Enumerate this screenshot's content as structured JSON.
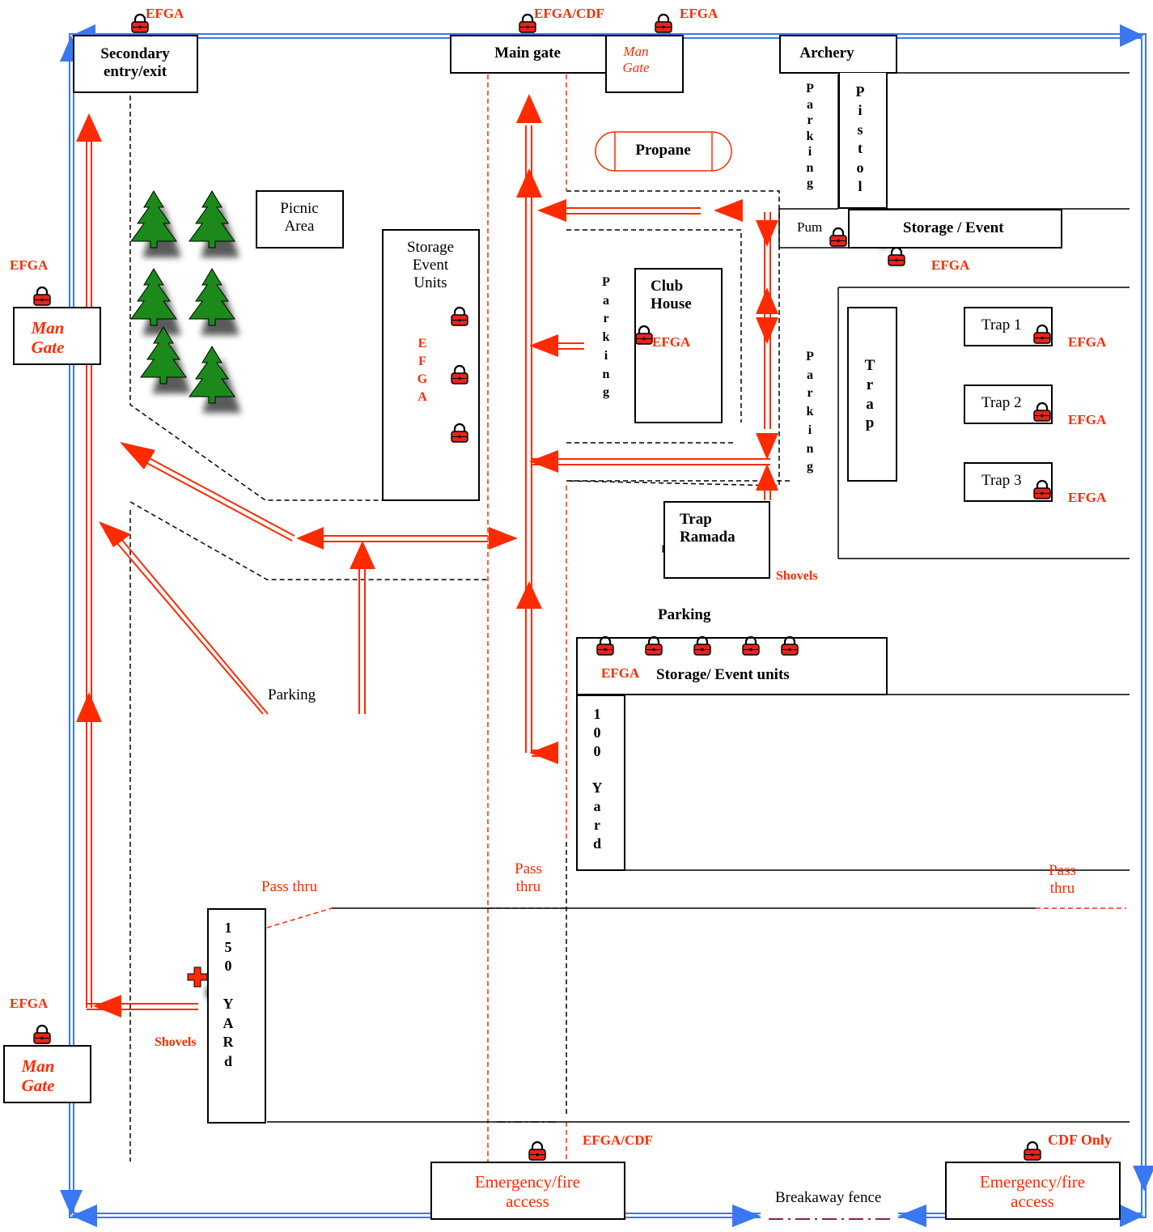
{
  "colors": {
    "route": "#ff2a00",
    "fence": "#3a78f2",
    "ink": "#000000",
    "tree": "#1b8a1b",
    "fence_breakaway": "#8b2252"
  },
  "icons": [
    "lock-icon",
    "first-aid-cross-icon",
    "pine-tree-icon",
    "arrow-icon"
  ],
  "labels": {
    "secondary_entry": "Secondary\nentry/exit",
    "main_gate": "Main gate",
    "man_gate_top": "Man\nGate",
    "archery": "Archery",
    "parking_vert_top": "P\na\nr\nk\ni\nn\ng",
    "pistol": "P\ni\ns\nt\no\nl",
    "propane": "Propane",
    "picnic_area": "Picnic\nArea",
    "storage_event_units": "Storage\nEvent\nUnits",
    "efga_vertical": "E\nF\nG\nA",
    "parking_vert_left": "P\na\nr\nk\ni\nn\ng",
    "club_house": "Club\nHouse",
    "efga_clubhouse": "EFGA",
    "parking_vert_right": "P\na\nr\nk\ni\nn\ng",
    "pum": "Pum",
    "storage_event": "Storage / Event",
    "efga_storage_event": "EFGA",
    "trap_vertical": "T\nr\na\np",
    "trap_1": "Trap 1",
    "trap_2": "Trap 2",
    "trap_3": "Trap 3",
    "efga_trap_1": "EFGA",
    "efga_trap_2": "EFGA",
    "efga_trap_3": "EFGA",
    "trap_ramada": "Trap\nRamada",
    "shovels_ramada": "Shovels",
    "parking_center": "Parking",
    "efga_storage_units": "EFGA",
    "storage_event_units_row": "Storage/ Event units",
    "yard_100": "1\n0\n0\n\nY\na\nr\nd",
    "parking_left": "Parking",
    "pass_thru_left": "Pass thru",
    "pass_thru_center": "Pass\nthru",
    "pass_thru_right": "Pass\nthru",
    "yard_150": "1\n5\n0\n\nY\nA\nR\nd",
    "shovels_150": "Shovels",
    "efga_top_left": "EFGA",
    "efga_cdf_top": "EFGA/CDF",
    "efga_top_right": "EFGA",
    "efga_left_mid": "EFGA",
    "man_gate_left_mid": "Man\nGate",
    "efga_left_low": "EFGA",
    "man_gate_left_low": "Man\nGate",
    "efga_cdf_bottom": "EFGA/CDF",
    "cdf_only": "CDF Only",
    "emergency_access_left": "Emergency/fire\naccess",
    "emergency_access_right": "Emergency/fire\naccess",
    "breakaway_fence": "Breakaway fence"
  }
}
